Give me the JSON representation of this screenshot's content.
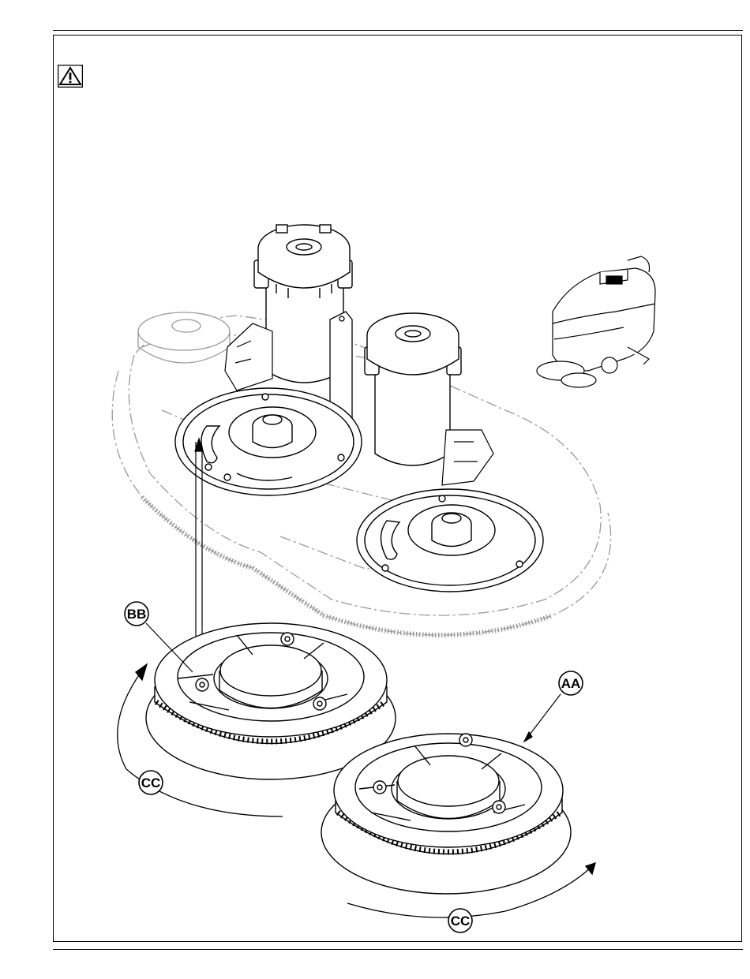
{
  "callouts": {
    "aa": "AA",
    "bb": "BB",
    "cc_left": "CC",
    "cc_right": "CC"
  },
  "icons": {
    "warning": "warning-triangle-icon"
  },
  "colors": {
    "line": "#000000",
    "background": "#ffffff",
    "ghost": "#9a9a9a"
  }
}
